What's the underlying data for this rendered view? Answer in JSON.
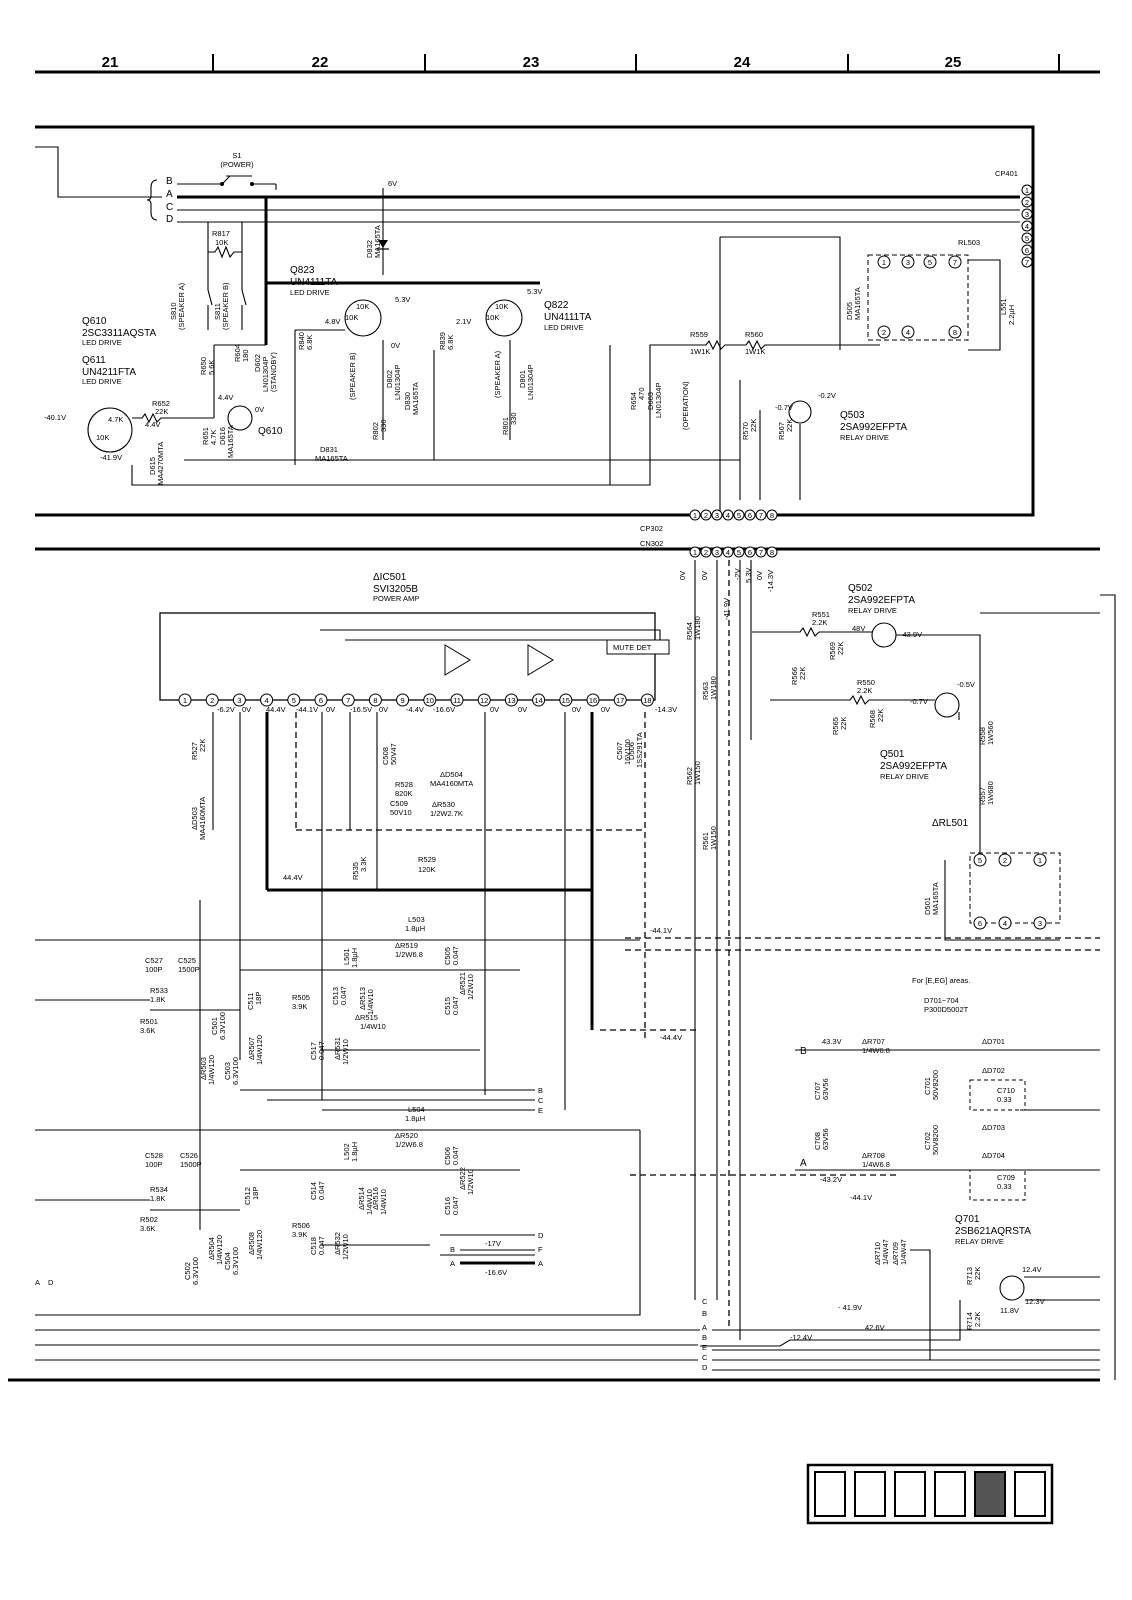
{
  "grid": {
    "columns": [
      "21",
      "22",
      "23",
      "24",
      "25"
    ]
  },
  "top_section": {
    "switch_s1": {
      "ref": "S1",
      "name": "(POWER)"
    },
    "bus_letters": [
      "B",
      "A",
      "C",
      "D"
    ],
    "connector_cp401": {
      "ref": "CP401",
      "pins": [
        "1",
        "2",
        "3",
        "4",
        "5",
        "6",
        "7"
      ]
    },
    "rail_6v": "6V",
    "d832": {
      "ref": "D832",
      "part": "MA165TA"
    },
    "r817": {
      "ref": "R817",
      "value": "10K"
    },
    "s810": {
      "ref": "S810",
      "name": "(SPEAKER A)"
    },
    "s811": {
      "ref": "S811",
      "name": "(SPEAKER B)"
    },
    "q823": {
      "ref": "Q823",
      "part": "UN4111TA",
      "role": "LED DRIVE"
    },
    "q822": {
      "ref": "Q822",
      "part": "UN4111TA",
      "role": "LED DRIVE"
    },
    "q610": {
      "ref": "Q610",
      "part": "2SC3311AQSTA",
      "role": "LED DRIVE",
      "label": "Q610"
    },
    "q611": {
      "ref": "Q611",
      "part": "UN4211FTA",
      "role": "LED DRIVE"
    },
    "q503": {
      "ref": "Q503",
      "part": "2SA992EFPTA",
      "role": "RELAY DRIVE"
    },
    "rl503": {
      "ref": "RL503",
      "pins": [
        "1",
        "3",
        "7",
        "5",
        "2",
        "4",
        "8"
      ]
    },
    "d505": {
      "ref": "D505",
      "part": "MA165TA"
    },
    "l551": {
      "ref": "L551",
      "value": "2.2µH"
    },
    "r559": {
      "ref": "R559",
      "value": "1W1K"
    },
    "r560": {
      "ref": "R560",
      "value": "1W1K"
    },
    "r840": {
      "ref": "R840",
      "value": "6.8K"
    },
    "r839": {
      "ref": "R839",
      "value": "6.8K"
    },
    "r650": {
      "ref": "R650",
      "value": "5.6K"
    },
    "r604": {
      "ref": "R604",
      "value": "180"
    },
    "r652": {
      "ref": "R652",
      "value": "22K"
    },
    "r651": {
      "ref": "R651",
      "value": "4.7K"
    },
    "d602": {
      "ref": "D602",
      "part": "LN01304P",
      "name": "(STANDBY)"
    },
    "d802": {
      "ref": "D802",
      "part": "LN01304P",
      "name": "(SPEAKER B)"
    },
    "d801": {
      "ref": "D801",
      "part": "LN01304P",
      "name": "(SPEAKER A)"
    },
    "d603": {
      "ref": "D603",
      "part": "LN01304P",
      "name": "(OPERATION)"
    },
    "d830": {
      "ref": "D830",
      "part": "MA165TA"
    },
    "d831": {
      "ref": "D831",
      "part": "MA165TA"
    },
    "d615": {
      "ref": "D615",
      "part": "MA4270MTA"
    },
    "d616": {
      "ref": "D616",
      "part": "MA165TA"
    },
    "r802": {
      "ref": "R802",
      "value": "330"
    },
    "r801": {
      "ref": "R801",
      "value": "330"
    },
    "r654": {
      "ref": "R654",
      "value": "470"
    },
    "r570": {
      "ref": "R570",
      "value": "22K"
    },
    "r567": {
      "ref": "R567",
      "value": "22K"
    },
    "q611_internal": {
      "r1": "4.7K",
      "r2": "10K"
    },
    "q823_internal": {
      "r1": "10K",
      "r2": "10K"
    },
    "q822_internal": {
      "r1": "10K",
      "r2": "10K"
    },
    "voltages": {
      "v48": "4.8V",
      "v53a": "5.3V",
      "v53b": "5.3V",
      "v21": "2.1V",
      "v0a": "0V",
      "v0b": "0V",
      "v0c": "0V",
      "v44a": "4.4V",
      "v44b": "4.4V",
      "vm401": "-40.1V",
      "vm419": "-41.9V",
      "vm07": "-0.7V",
      "vm02": "-0.2V"
    },
    "cp302": {
      "ref": "CP302",
      "pins": [
        "1",
        "2",
        "3",
        "4",
        "5",
        "6",
        "7",
        "8"
      ]
    }
  },
  "bottom_section": {
    "cn302": {
      "ref": "CN302",
      "pins": [
        "1",
        "2",
        "3",
        "4",
        "5",
        "6",
        "7",
        "8"
      ],
      "voltages": [
        "0V",
        "0V",
        "-41.9V",
        "-2V",
        "5.3V",
        "0V",
        "-14.3V"
      ]
    },
    "ic501": {
      "ref": "ΔIC501",
      "part": "SVI3205B",
      "role": "POWER AMP",
      "block": "MUTE DET",
      "pins": [
        "1",
        "2",
        "3",
        "4",
        "5",
        "6",
        "7",
        "8",
        "9",
        "10",
        "11",
        "12",
        "13",
        "14",
        "15",
        "16",
        "17",
        "18"
      ],
      "pin_voltages": [
        "-6.2V",
        "0V",
        "44.4V",
        "-44.1V",
        "0V",
        "-16.5V",
        "0V",
        "-4.4V",
        "-16.6V",
        "0V",
        "0V",
        "0V",
        "0V",
        "-14.3V"
      ]
    },
    "q502": {
      "ref": "Q502",
      "part": "2SA992EFPTA",
      "role": "RELAY DRIVE",
      "v_base": "48V",
      "v_col": "-43.9V"
    },
    "q501": {
      "ref": "Q501",
      "part": "2SA992EFPTA",
      "role": "RELAY DRIVE",
      "v_base": "-0.7V",
      "v_col": "-0.5V"
    },
    "r551": {
      "ref": "R551",
      "value": "2.2K"
    },
    "r569": {
      "ref": "R569",
      "value": "22K"
    },
    "r566": {
      "ref": "R566",
      "value": "22K"
    },
    "r550": {
      "ref": "R550",
      "value": "2.2K"
    },
    "r568": {
      "ref": "R568",
      "value": "22K"
    },
    "r565": {
      "ref": "R565",
      "value": "22K"
    },
    "r564": {
      "ref": "R564",
      "value": "1W180"
    },
    "r563": {
      "ref": "R563",
      "value": "1W180"
    },
    "r562": {
      "ref": "R562",
      "value": "1W150"
    },
    "r561": {
      "ref": "R561",
      "value": "1W150"
    },
    "r558": {
      "ref": "R558",
      "value": "1W560"
    },
    "r557": {
      "ref": "R557",
      "value": "1W680"
    },
    "c507": {
      "ref": "C507",
      "value": "16V100"
    },
    "d506": {
      "ref": "D506",
      "part": "1SS291TA"
    },
    "r527": {
      "ref": "R527",
      "value": "22K"
    },
    "d503": {
      "ref": "ΔD503",
      "part": "MA4160MTA"
    },
    "c508": {
      "ref": "C508",
      "value": "50V47"
    },
    "r528": {
      "ref": "R528",
      "value": "820K"
    },
    "c509": {
      "ref": "C509",
      "value": "50V10"
    },
    "d504": {
      "ref": "ΔD504",
      "part": "MA4160MTA"
    },
    "r530": {
      "ref": "ΔR530",
      "value": "1/2W2.7K"
    },
    "r535": {
      "ref": "R535",
      "value": "3.3K"
    },
    "r529": {
      "ref": "R529",
      "value": "120K"
    },
    "rail_44v": "44.4V",
    "rail_m441": "-44.1V",
    "rail_m444": "-44.4V",
    "rl501": {
      "ref": "ΔRL501",
      "pins": [
        "5",
        "2",
        "1",
        "6",
        "4",
        "3"
      ]
    },
    "d501": {
      "ref": "D501",
      "part": "MA165TA"
    },
    "l503": {
      "ref": "L503",
      "value": "1.8µH"
    },
    "l504": {
      "ref": "L504",
      "value": "1.8µH"
    },
    "l501": {
      "ref": "L501",
      "value": "1.8µH"
    },
    "l502": {
      "ref": "L502",
      "value": "1.8µH"
    },
    "r519": {
      "ref": "ΔR519",
      "value": "1/2W6.8"
    },
    "r520": {
      "ref": "ΔR520",
      "value": "1/2W6.8"
    },
    "c505": {
      "ref": "C505",
      "value": "0.047"
    },
    "c506": {
      "ref": "C506",
      "value": "0.047"
    },
    "r521": {
      "ref": "ΔR521",
      "value": "1/2W10"
    },
    "r522": {
      "ref": "ΔR522",
      "value": "1/2W10"
    },
    "c515": {
      "ref": "C515",
      "value": "0.047"
    },
    "c516": {
      "ref": "C516",
      "value": "0.047"
    },
    "c527": {
      "ref": "C527",
      "value": "100P"
    },
    "c525": {
      "ref": "C525",
      "value": "1500P"
    },
    "c528": {
      "ref": "C528",
      "value": "100P"
    },
    "c526": {
      "ref": "C526",
      "value": "1500P"
    },
    "r533": {
      "ref": "R533",
      "value": "1.8K"
    },
    "r534": {
      "ref": "R534",
      "value": "1.8K"
    },
    "r501": {
      "ref": "R501",
      "value": "3.6K"
    },
    "r502": {
      "ref": "R502",
      "value": "3.6K"
    },
    "c501": {
      "ref": "C501",
      "value": "6.3V100"
    },
    "c502": {
      "ref": "C502",
      "value": "6.3V100"
    },
    "c503": {
      "ref": "C503",
      "value": "6.3V100"
    },
    "c504": {
      "ref": "C504",
      "value": "6.3V100"
    },
    "r503": {
      "ref": "ΔR503",
      "value": "1/4W120"
    },
    "r504": {
      "ref": "ΔR504",
      "value": "1/4W120"
    },
    "r507": {
      "ref": "ΔR507",
      "value": "1/4W120"
    },
    "r508": {
      "ref": "ΔR508",
      "value": "1/4W120"
    },
    "c511": {
      "ref": "C511",
      "value": "18P"
    },
    "c512": {
      "ref": "C512",
      "value": "18P"
    },
    "r505": {
      "ref": "R505",
      "value": "3.9K"
    },
    "r506": {
      "ref": "R506",
      "value": "3.9K"
    },
    "c513": {
      "ref": "C513",
      "value": "0.047"
    },
    "c514": {
      "ref": "C514",
      "value": "0.047"
    },
    "c517": {
      "ref": "C517",
      "value": "0.047"
    },
    "c518": {
      "ref": "C518",
      "value": "0.047"
    },
    "r531": {
      "ref": "ΔR531",
      "value": "1/2W10"
    },
    "r532": {
      "ref": "ΔR532",
      "value": "1/2W10"
    },
    "r513": {
      "ref": "ΔR513",
      "value": "1/4W10"
    },
    "r514": {
      "ref": "ΔR514",
      "value": "1/4W10"
    },
    "r515": {
      "ref": "ΔR515",
      "value": "1/4W10"
    },
    "r516": {
      "ref": "ΔR516",
      "value": "1/4W10"
    },
    "bus_bce": [
      "B",
      "C",
      "E"
    ],
    "bus_dfa": [
      "D",
      "F",
      "A"
    ],
    "bus_ba": [
      "B",
      "A"
    ],
    "rails_small": {
      "m17": "-17V",
      "m166": "-16.6V"
    },
    "note": {
      "areas": "For [E,EG] areas.",
      "range": "D701~704",
      "part": "P300D5002T"
    },
    "r707": {
      "ref": "ΔR707",
      "value": "1/4W6.8"
    },
    "r708": {
      "ref": "ΔR708",
      "value": "1/4W6.8"
    },
    "c707": {
      "ref": "C707",
      "value": "63V56"
    },
    "c708": {
      "ref": "C708",
      "value": "63V56"
    },
    "c701": {
      "ref": "C701",
      "value": "50V8200"
    },
    "c702": {
      "ref": "C702",
      "value": "50V8200"
    },
    "c710": {
      "ref": "C710",
      "value": "0.33"
    },
    "c709": {
      "ref": "C709",
      "value": "0.33"
    },
    "d701": "ΔD701",
    "d702": "ΔD702",
    "d703": "ΔD703",
    "d704": "ΔD704",
    "volts_bottom": {
      "v433": "43.3V",
      "vm432": "-43.2V",
      "vm441": "-44.1V",
      "vm419": "- 41.9V",
      "v426": "42.6V",
      "vm124": "-12.4V",
      "v124": "12.4V",
      "v123": "12.3V",
      "v118": "11.8V"
    },
    "bus_b": "B",
    "bus_a": "A",
    "q701": {
      "ref": "Q701",
      "part": "2SB621AQRSTA",
      "role": "RELAY DRIVE"
    },
    "r710": {
      "ref": "ΔR710",
      "value": "1/4W47"
    },
    "r709": {
      "ref": "ΔR709",
      "value": "1/4W47"
    },
    "r713": {
      "ref": "R713",
      "value": "22K"
    },
    "r714": {
      "ref": "R714",
      "value": "2.2K"
    },
    "bottom_bus": [
      "C",
      "B",
      "A",
      "B",
      "E",
      "C",
      "D"
    ],
    "left_ad": [
      "A",
      "D"
    ]
  }
}
